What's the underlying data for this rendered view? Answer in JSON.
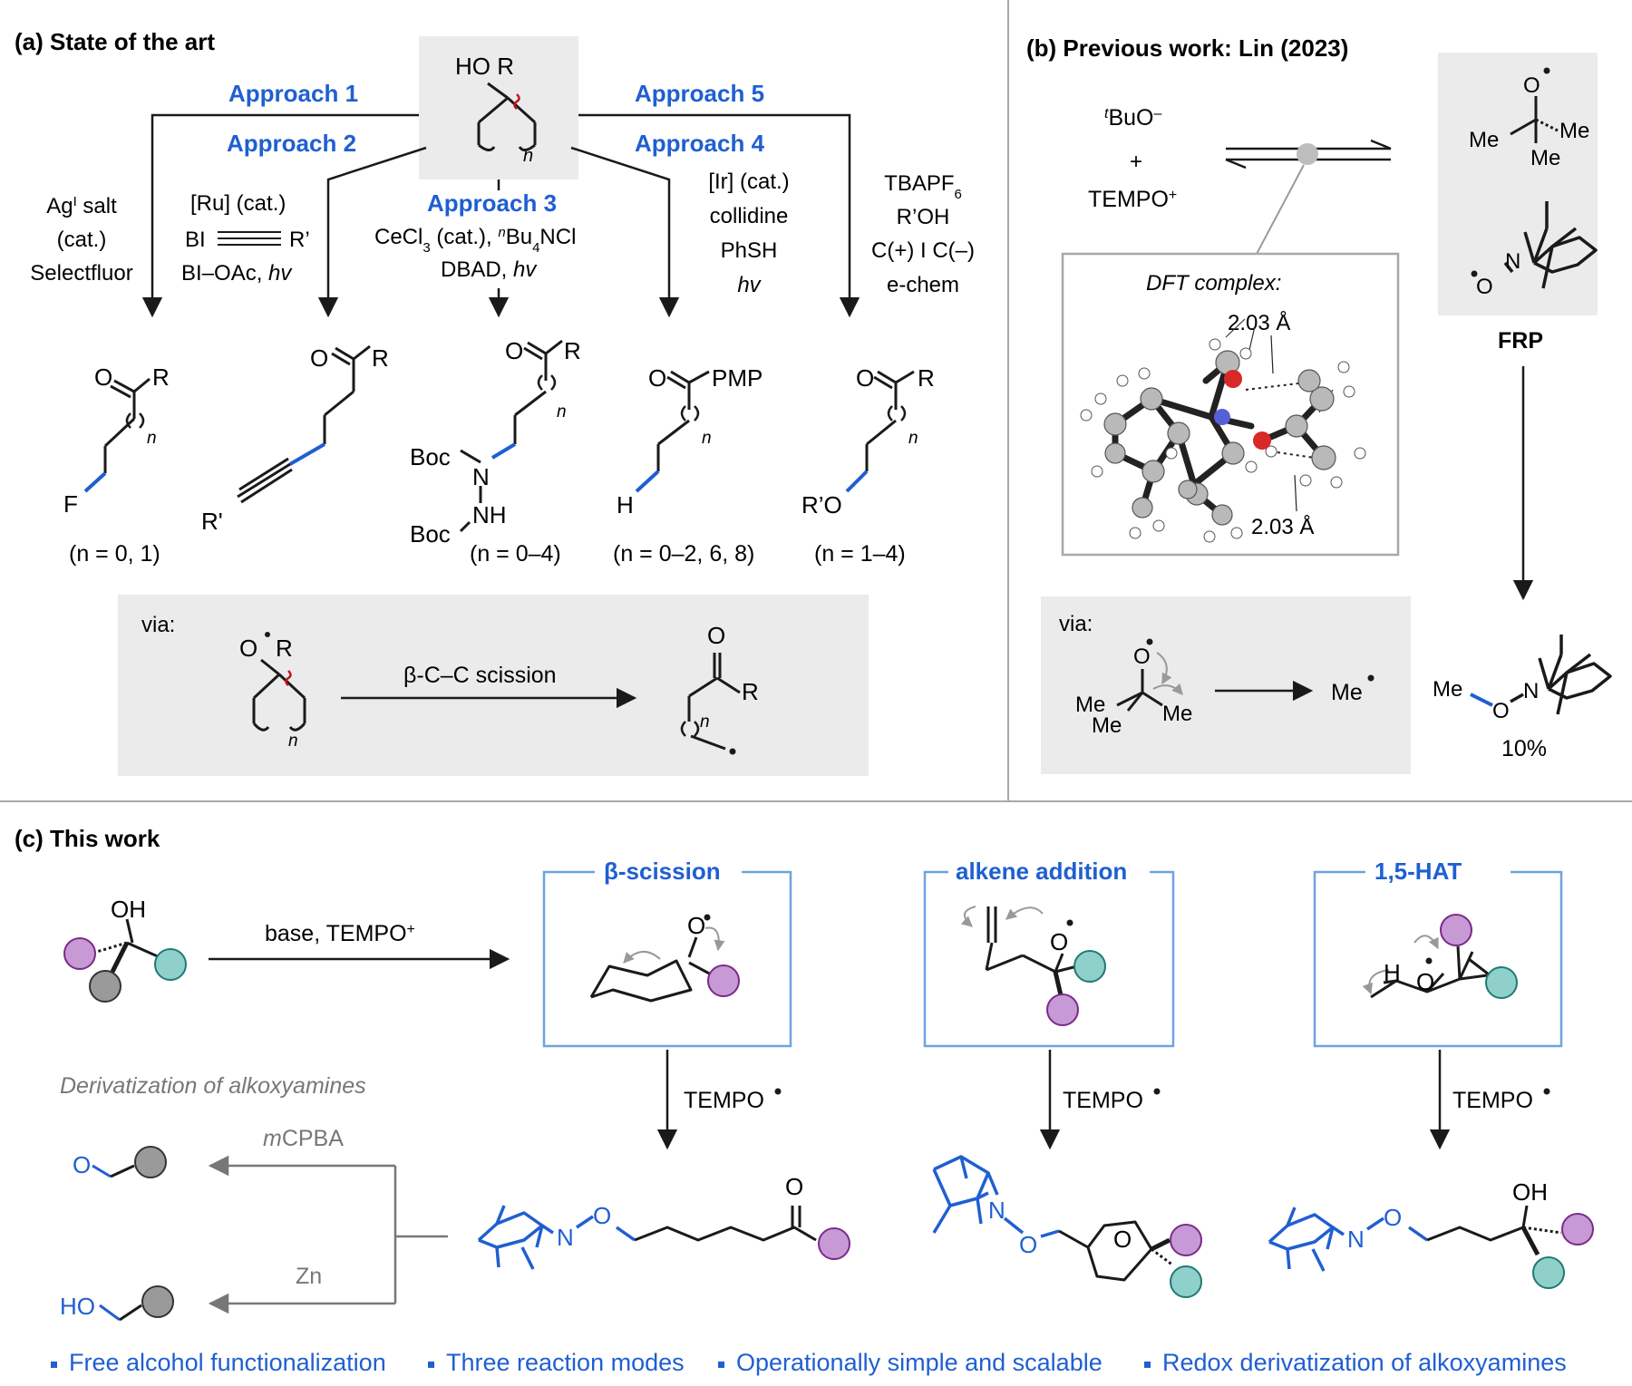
{
  "panel_a": {
    "title": "(a) State of the art",
    "substrate": {
      "label": "HO R",
      "subscript": "n"
    },
    "approaches": [
      "Approach 1",
      "Approach 2",
      "Approach 3",
      "Approach 4",
      "Approach 5"
    ],
    "conditions": {
      "approach1": [
        "Ag",
        "I",
        " salt",
        "(cat.)",
        "Selectfluor"
      ],
      "approach2": [
        "[Ru] (cat.)",
        "BI",
        "R’",
        "BI–OAc, ",
        "hv"
      ],
      "approach3": [
        "CeCl",
        "3",
        " (cat.), ",
        "n",
        "Bu",
        "4",
        "NCl",
        "DBAD, ",
        "hv"
      ],
      "approach4": [
        "[Ir] (cat.)",
        "collidine",
        "PhSH",
        "hv"
      ],
      "approach5": [
        "TBAPF",
        "6",
        "R’OH",
        "C(+) I C(–)",
        "e-chem"
      ]
    },
    "products": {
      "p1": {
        "atoms": [
          "O",
          "R",
          "F",
          "n"
        ],
        "range": "(n = 0, 1)"
      },
      "p2": {
        "atoms": [
          "O",
          "R",
          "R'"
        ]
      },
      "p3": {
        "atoms": [
          "O",
          "R",
          "n",
          "Boc",
          "N",
          "NH",
          "Boc"
        ],
        "range": "(n = 0–4)"
      },
      "p4": {
        "atoms": [
          "O",
          "PMP",
          "n",
          "H"
        ],
        "range": "(n = 0–2, 6, 8)"
      },
      "p5": {
        "atoms": [
          "O",
          "R",
          "n",
          "R’O"
        ],
        "range": "(n = 1–4)"
      }
    },
    "via": {
      "label": "via:",
      "arrow_label": "β-C–C scission",
      "atoms": [
        "O",
        "R",
        "n",
        "O",
        "R",
        "n"
      ]
    }
  },
  "panel_b": {
    "title": "(b) Previous work: Lin (2023)",
    "reagent_1": [
      "t",
      "BuO",
      "–"
    ],
    "plus": "+",
    "reagent_2": [
      "TEMPO",
      "+"
    ],
    "dft": {
      "label": "DFT complex:",
      "distance_1": "2.03 Å",
      "distance_2": "2.03 Å"
    },
    "radical_pair": {
      "atoms": [
        "O",
        "Me",
        "Me",
        "Me",
        "N",
        "O"
      ],
      "label": "FRP"
    },
    "via": {
      "label": "via:",
      "atoms": [
        "O",
        "Me",
        "Me",
        "Me"
      ],
      "product": "Me"
    },
    "final": {
      "atoms": [
        "Me",
        "O",
        "N"
      ],
      "yield": "10%"
    }
  },
  "panel_c": {
    "title": "(c) This work",
    "substrate": {
      "label": "OH"
    },
    "arrow_label": [
      "base, TEMPO",
      "+"
    ],
    "modes": [
      {
        "title": "β-scission",
        "atoms": [
          "O"
        ]
      },
      {
        "title": "alkene addition",
        "atoms": [
          "O"
        ]
      },
      {
        "title": "1,5-HAT",
        "atoms": [
          "H",
          "O"
        ]
      }
    ],
    "reagent": "TEMPO",
    "products": {
      "beta": {
        "atoms": [
          "N",
          "O",
          "O"
        ]
      },
      "alkene": {
        "atoms": [
          "N",
          "O",
          "O"
        ]
      },
      "hat": {
        "atoms": [
          "N",
          "O",
          "OH"
        ]
      }
    },
    "derivatization": {
      "title": "Derivatization of alkoxyamines",
      "reagent_1": [
        "m",
        "CPBA"
      ],
      "reagent_2": "Zn",
      "product_1": "O",
      "product_2": "HO"
    },
    "features": [
      "Free alcohol functionalization",
      "Three reaction modes",
      "Operationally simple and scalable",
      "Redox derivatization of alkoxyamines"
    ]
  },
  "colors": {
    "accent": "#1f5fd1",
    "purple": "#c79ad6",
    "teal": "#8fd0cb",
    "gray_ball": "#9a9a9a",
    "box": "#ebebeb"
  }
}
